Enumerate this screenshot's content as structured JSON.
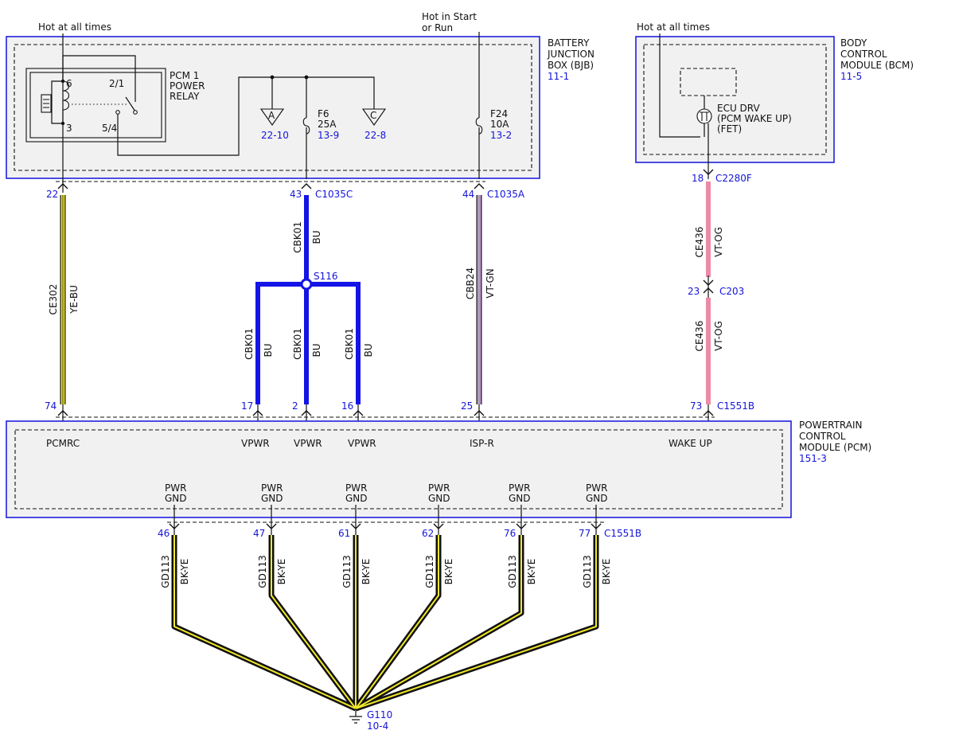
{
  "supply_labels": {
    "hot_always_left": "Hot at all times",
    "hot_start_run_1": "Hot in Start",
    "hot_start_run_2": "or Run",
    "hot_always_right": "Hot at all times"
  },
  "bjb": {
    "title_lines": [
      "BATTERY",
      "JUNCTION",
      "BOX (BJB)"
    ],
    "ref": "11-1",
    "relay": {
      "title_lines": [
        "PCM 1",
        "POWER",
        "RELAY"
      ],
      "pin_6": "6",
      "pin_3": "3",
      "pin_21": "2/1",
      "pin_54": "5/4"
    },
    "conn_a": {
      "letter": "A",
      "ref": "22-10"
    },
    "conn_c": {
      "letter": "C",
      "ref": "22-8"
    },
    "fuse_f6": {
      "name": "F6",
      "rating": "25A",
      "ref": "13-9"
    },
    "fuse_f24": {
      "name": "F24",
      "rating": "10A",
      "ref": "13-2"
    }
  },
  "bcm": {
    "title_lines": [
      "BODY",
      "CONTROL",
      "MODULE (BCM)"
    ],
    "ref": "11-5",
    "driver_lines": [
      "ECU DRV",
      "(PCM WAKE UP)",
      "(FET)"
    ]
  },
  "pcm": {
    "title_lines": [
      "POWERTRAIN",
      "CONTROL",
      "MODULE (PCM)"
    ],
    "ref": "151-3",
    "inputs": {
      "pcmrc": "PCMRC",
      "vpwr_1": "VPWR",
      "vpwr_2": "VPWR",
      "vpwr_3": "VPWR",
      "isp_r": "ISP-R",
      "wake_up": "WAKE UP"
    },
    "ground_label": [
      "PWR",
      "GND"
    ]
  },
  "pins": {
    "p22": "22",
    "p43": "43",
    "p44": "44",
    "p18": "18",
    "p23": "23",
    "p74": "74",
    "p17": "17",
    "p2": "2",
    "p16": "16",
    "p25": "25",
    "p73": "73",
    "p46": "46",
    "p47": "47",
    "p61": "61",
    "p62": "62",
    "p76": "76",
    "p77": "77"
  },
  "connectors": {
    "c1035c": "C1035C",
    "c1035a": "C1035A",
    "c2280f": "C2280F",
    "c203": "C203",
    "c1551b_top": "C1551B",
    "c1551b_bottom": "C1551B"
  },
  "splice": {
    "name": "S116"
  },
  "wires": {
    "ce302": {
      "circuit": "CE302",
      "color": "YE-BU"
    },
    "cbk01_main": {
      "circuit": "CBK01",
      "color": "BU"
    },
    "cbk01_a": {
      "circuit": "CBK01",
      "color": "BU"
    },
    "cbk01_b": {
      "circuit": "CBK01",
      "color": "BU"
    },
    "cbk01_c": {
      "circuit": "CBK01",
      "color": "BU"
    },
    "cbb24": {
      "circuit": "CBB24",
      "color": "VT-GN"
    },
    "ce436_upper": {
      "circuit": "CE436",
      "color": "VT-OG"
    },
    "ce436_lower": {
      "circuit": "CE436",
      "color": "VT-OG"
    },
    "gd113_1": {
      "circuit": "GD113",
      "color": "BK-YE"
    },
    "gd113_2": {
      "circuit": "GD113",
      "color": "BK-YE"
    },
    "gd113_3": {
      "circuit": "GD113",
      "color": "BK-YE"
    },
    "gd113_4": {
      "circuit": "GD113",
      "color": "BK-YE"
    },
    "gd113_5": {
      "circuit": "GD113",
      "color": "BK-YE"
    },
    "gd113_6": {
      "circuit": "GD113",
      "color": "BK-YE"
    }
  },
  "ground": {
    "name": "G110",
    "ref": "10-4"
  },
  "colors": {
    "module_border": "#2020e0",
    "reference_text": "#1515d8",
    "wire_blue": "#1414e6",
    "wire_yellow": "#f0e82a",
    "wire_violet": "#c89ad8",
    "wire_pink": "#ec8aa8",
    "wire_black": "#111111"
  }
}
